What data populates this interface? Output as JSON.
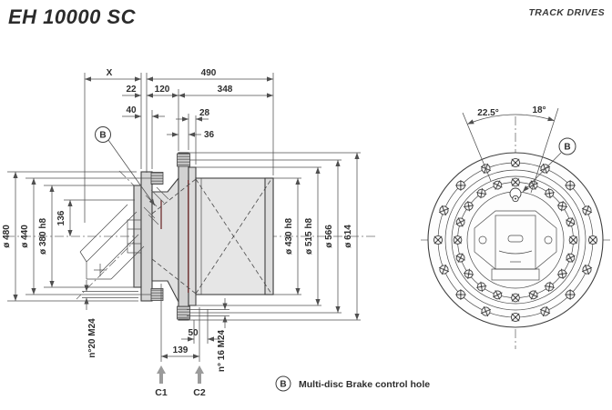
{
  "header": {
    "title": "EH 10000 SC",
    "brand": "TRACK DRIVES"
  },
  "dims": {
    "x": "X",
    "len490": "490",
    "len22": "22",
    "len120": "120",
    "len348": "348",
    "len40": "40",
    "len28": "28",
    "len36": "36",
    "dia480": "ø 480",
    "dia440": "ø 440",
    "dia380": "ø 380 h8",
    "rad136": "136",
    "dia430": "ø 430 h8",
    "dia515": "ø 515 h8",
    "dia566": "ø 566",
    "dia614": "ø 614",
    "len50": "50",
    "len139": "139",
    "boltsMotor": "n°20 M24",
    "boltsSprocket": "n° 16 M24",
    "c1": "C1",
    "c2": "C2",
    "angleLeft": "22.5°",
    "angleRight": "18°"
  },
  "balloons": {
    "b": "B"
  },
  "legend": {
    "symbol": "B",
    "text": "Multi-disc Brake control hole"
  },
  "colors": {
    "line": "#3f3f3f",
    "dim": "#4f4f4f",
    "fill_flange": "#d5d5d5",
    "fill_body": "#e6e6e6",
    "seal_line": "#6e2f2f",
    "c_arrow_gray": "#9b9b9b"
  }
}
